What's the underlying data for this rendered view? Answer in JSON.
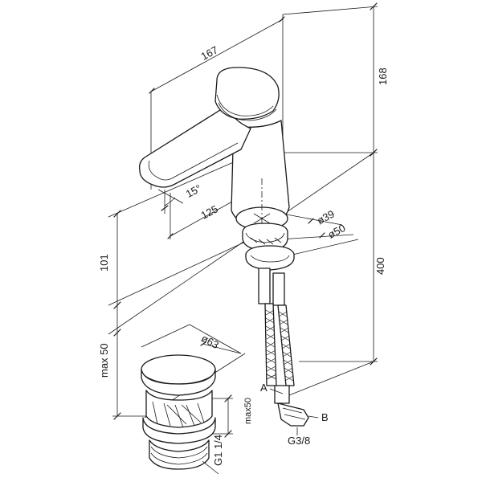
{
  "dimensions": {
    "spout_length": "167",
    "faucet_height": "168",
    "spout_reach": "125",
    "spout_angle": "15°",
    "base_diameter_1": "ø39",
    "base_diameter_2": "ø50",
    "mount_height": "101",
    "hose_length": "400",
    "drain_head_diameter": "ø63",
    "drain_max_height": "max 50",
    "drain_body_max": "max50",
    "drain_thread": "G1 1/4",
    "hose_connector": "G3/8",
    "point_a": "A",
    "point_b": "B"
  }
}
